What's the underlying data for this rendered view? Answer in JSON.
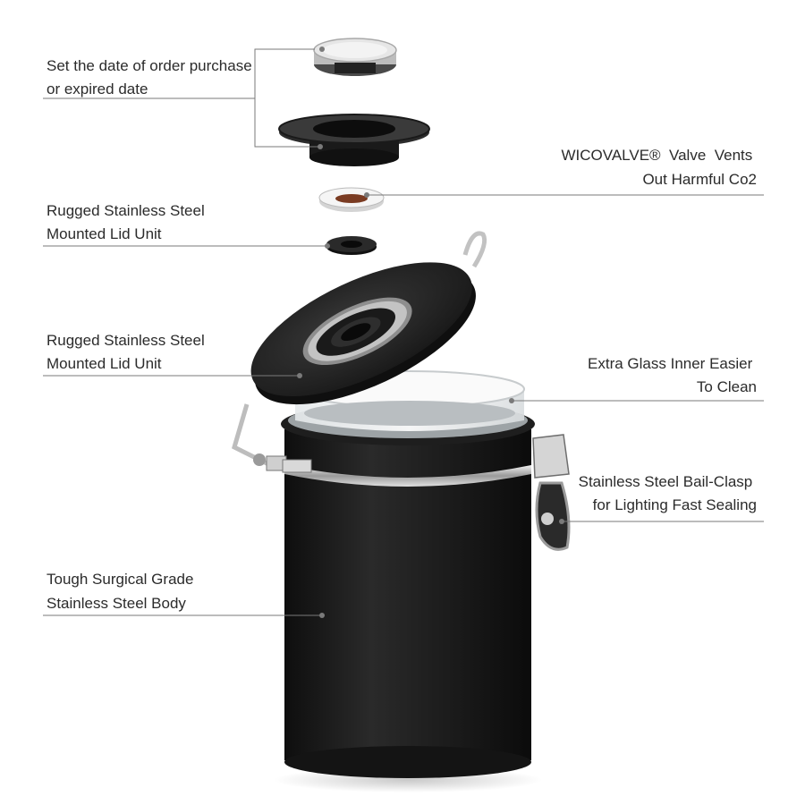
{
  "diagram": {
    "callouts_left": [
      {
        "id": "date-dial",
        "lines": [
          "Set the date of order purchase",
          "or expired date"
        ]
      },
      {
        "id": "lid-unit-1",
        "lines": [
          "Rugged Stainless Steel",
          "Mounted Lid Unit"
        ]
      },
      {
        "id": "lid-unit-2",
        "lines": [
          "Rugged Stainless Steel",
          "Mounted Lid Unit"
        ]
      },
      {
        "id": "body",
        "lines": [
          "Tough Surgical Grade",
          "Stainless Steel Body"
        ]
      }
    ],
    "callouts_right": [
      {
        "id": "valve",
        "lines": [
          "WICOVALVE®  Valve  Vents",
          "Out Harmful Co2"
        ]
      },
      {
        "id": "glass",
        "lines": [
          "Extra Glass Inner Easier",
          "To Clean"
        ]
      },
      {
        "id": "clasp",
        "lines": [
          "Stainless Steel Bail-Clasp",
          "for Lighting Fast Sealing"
        ]
      }
    ]
  },
  "colors": {
    "canister_body": "#1c1c1c",
    "lid": "#262626",
    "steel": "#c8c8c8",
    "leader_line": "#7a7a7a",
    "label_text": "#2b2b2b"
  }
}
